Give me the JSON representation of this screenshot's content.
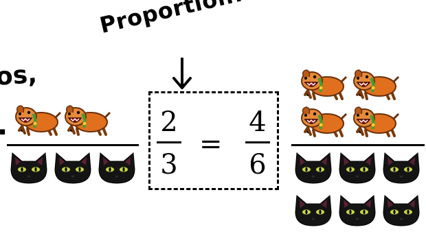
{
  "labels": {
    "fragment_left": "os,",
    "fragment_dot": ".",
    "proportion": "Proportion!"
  },
  "equation": {
    "left_numerator": "2",
    "left_denominator": "3",
    "equals": "=",
    "right_numerator": "4",
    "right_denominator": "6"
  },
  "groups": {
    "left": {
      "dogs": 2,
      "cats": 3
    },
    "right": {
      "dogs": 4,
      "cats": 6
    }
  },
  "colors": {
    "dog_body": "#e0701e",
    "dog_collar": "#3da030",
    "cat_body": "#141414",
    "cat_eye": "#c8d640"
  }
}
